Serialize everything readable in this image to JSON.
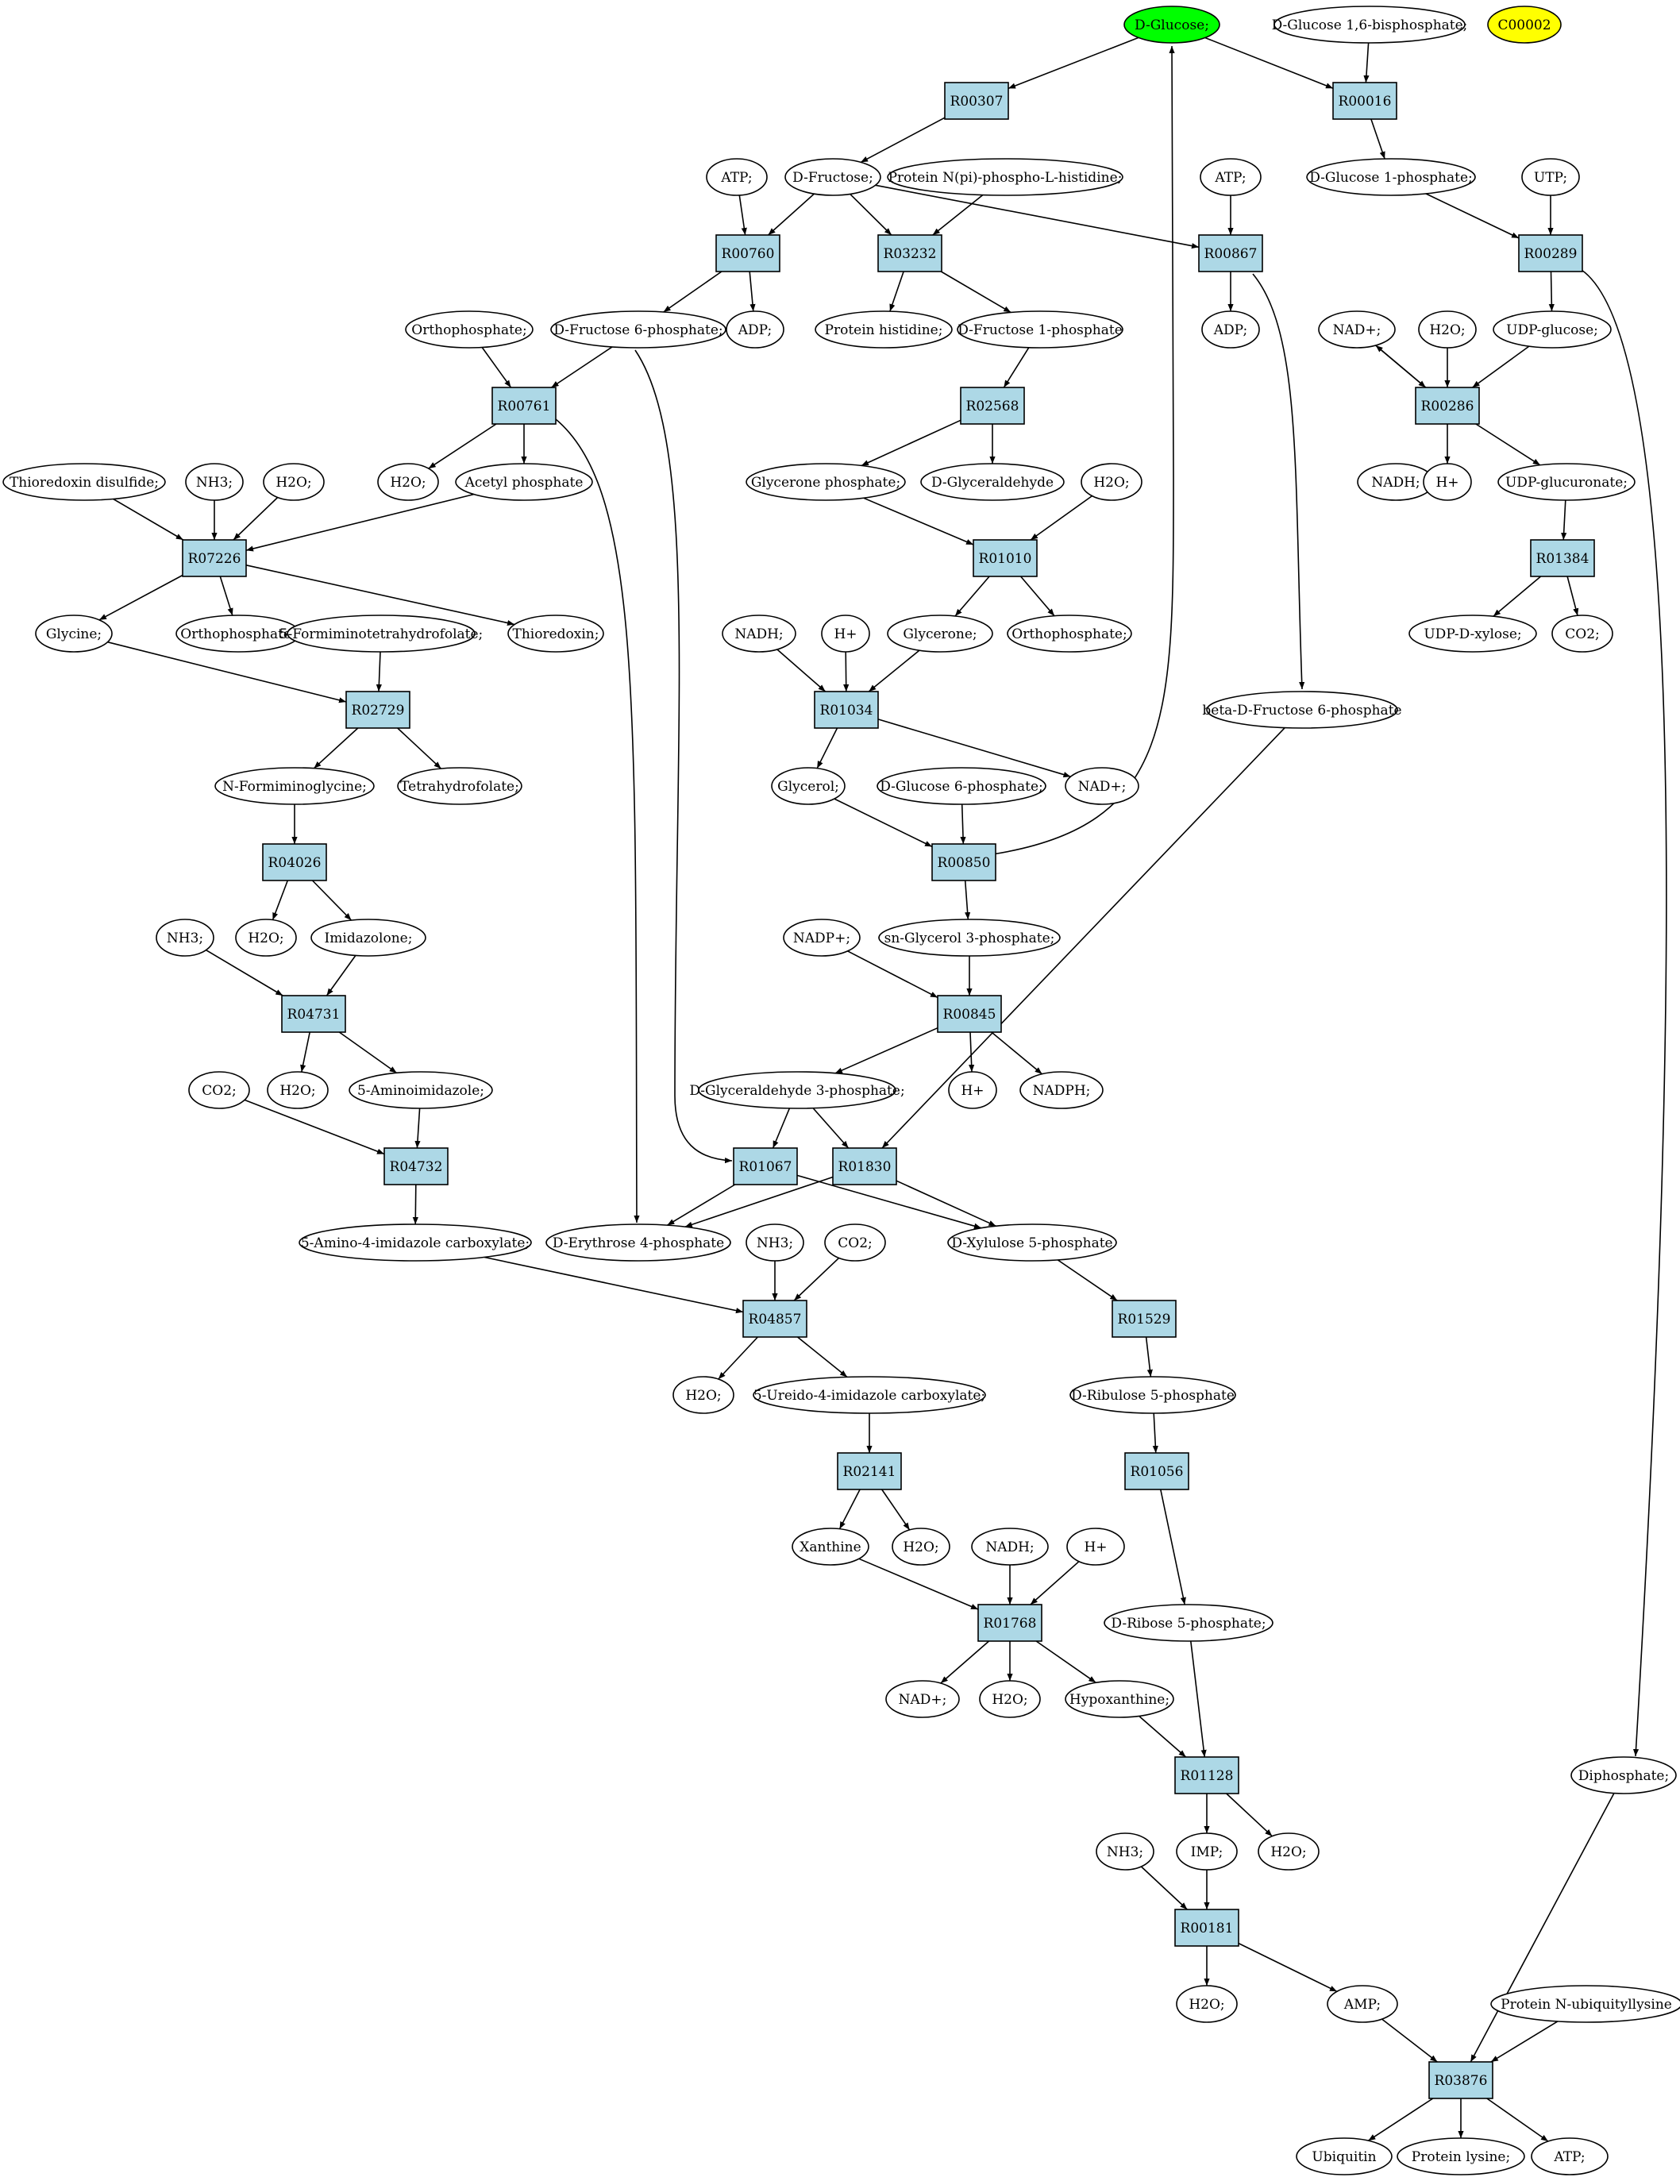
{
  "colors": {
    "reaction_fill": "#add8e6",
    "compound_fill": "#ffffff",
    "start_fill": "#00ff00",
    "target_fill": "#ffff00"
  },
  "compounds": [
    {
      "id": "c1",
      "label": "D-Glucose;",
      "style": "start"
    },
    {
      "id": "c2",
      "label": "D-Glucose 1,6-bisphosphate;"
    },
    {
      "id": "c3",
      "label": "C00002",
      "style": "target"
    },
    {
      "id": "c4",
      "label": "ATP;"
    },
    {
      "id": "c5",
      "label": "D-Fructose;"
    },
    {
      "id": "c6",
      "label": "Protein N(pi)-phospho-L-histidine;"
    },
    {
      "id": "c7",
      "label": "ATP;"
    },
    {
      "id": "c8",
      "label": "D-Glucose 1-phosphate;"
    },
    {
      "id": "c9",
      "label": "UTP;"
    },
    {
      "id": "c10",
      "label": "Orthophosphate;"
    },
    {
      "id": "c11",
      "label": "D-Fructose 6-phosphate;"
    },
    {
      "id": "c12",
      "label": "ADP;"
    },
    {
      "id": "c13",
      "label": "Protein histidine;"
    },
    {
      "id": "c14",
      "label": "D-Fructose 1-phosphate"
    },
    {
      "id": "c15",
      "label": "ADP;"
    },
    {
      "id": "c16",
      "label": "NAD+;"
    },
    {
      "id": "c17",
      "label": "H2O;"
    },
    {
      "id": "c18",
      "label": "UDP-glucose;"
    },
    {
      "id": "c19",
      "label": "Thioredoxin disulfide;"
    },
    {
      "id": "c20",
      "label": "NH3;"
    },
    {
      "id": "c21",
      "label": "H2O;"
    },
    {
      "id": "c22",
      "label": "H2O;"
    },
    {
      "id": "c23",
      "label": "Acetyl phosphate"
    },
    {
      "id": "c24",
      "label": "Glycerone phosphate;"
    },
    {
      "id": "c25",
      "label": "D-Glyceraldehyde"
    },
    {
      "id": "c26",
      "label": "H2O;"
    },
    {
      "id": "c27",
      "label": "NADH;"
    },
    {
      "id": "c28",
      "label": "H+"
    },
    {
      "id": "c29",
      "label": "UDP-glucuronate;"
    },
    {
      "id": "c30",
      "label": "Glycine;"
    },
    {
      "id": "c31",
      "label": "Orthophosphate;"
    },
    {
      "id": "c32",
      "label": "5-Formiminotetrahydrofolate;"
    },
    {
      "id": "c33",
      "label": "Thioredoxin;"
    },
    {
      "id": "c34",
      "label": "NADH;"
    },
    {
      "id": "c35",
      "label": "H+"
    },
    {
      "id": "c36",
      "label": "Glycerone;"
    },
    {
      "id": "c37",
      "label": "Orthophosphate;"
    },
    {
      "id": "c38",
      "label": "UDP-D-xylose;"
    },
    {
      "id": "c39",
      "label": "CO2;"
    },
    {
      "id": "c40",
      "label": "beta-D-Fructose 6-phosphate"
    },
    {
      "id": "c41",
      "label": "N-Formiminoglycine;"
    },
    {
      "id": "c42",
      "label": "Tetrahydrofolate;"
    },
    {
      "id": "c43",
      "label": "Glycerol;"
    },
    {
      "id": "c44",
      "label": "D-Glucose 6-phosphate;"
    },
    {
      "id": "c45",
      "label": "NAD+;"
    },
    {
      "id": "c46",
      "label": "NH3;"
    },
    {
      "id": "c47",
      "label": "H2O;"
    },
    {
      "id": "c48",
      "label": "Imidazolone;"
    },
    {
      "id": "c49",
      "label": "NADP+;"
    },
    {
      "id": "c50",
      "label": "sn-Glycerol 3-phosphate;"
    },
    {
      "id": "c51",
      "label": "CO2;"
    },
    {
      "id": "c52",
      "label": "H2O;"
    },
    {
      "id": "c53",
      "label": "5-Aminoimidazole;"
    },
    {
      "id": "c54",
      "label": "D-Glyceraldehyde 3-phosphate;"
    },
    {
      "id": "c55",
      "label": "H+"
    },
    {
      "id": "c56",
      "label": "NADPH;"
    },
    {
      "id": "c57",
      "label": "5-Amino-4-imidazole carboxylate;"
    },
    {
      "id": "c58",
      "label": "D-Erythrose 4-phosphate"
    },
    {
      "id": "c59",
      "label": "NH3;"
    },
    {
      "id": "c60",
      "label": "CO2;"
    },
    {
      "id": "c61",
      "label": "D-Xylulose 5-phosphate"
    },
    {
      "id": "c62",
      "label": "H2O;"
    },
    {
      "id": "c63",
      "label": "5-Ureido-4-imidazole carboxylate;"
    },
    {
      "id": "c64",
      "label": "D-Ribulose 5-phosphate"
    },
    {
      "id": "c65",
      "label": "Xanthine"
    },
    {
      "id": "c66",
      "label": "H2O;"
    },
    {
      "id": "c67",
      "label": "NADH;"
    },
    {
      "id": "c68",
      "label": "H+"
    },
    {
      "id": "c69",
      "label": "D-Ribose 5-phosphate;"
    },
    {
      "id": "c70",
      "label": "NAD+;"
    },
    {
      "id": "c71",
      "label": "H2O;"
    },
    {
      "id": "c72",
      "label": "Hypoxanthine;"
    },
    {
      "id": "c73",
      "label": "Diphosphate;"
    },
    {
      "id": "c74",
      "label": "NH3;"
    },
    {
      "id": "c75",
      "label": "IMP;"
    },
    {
      "id": "c76",
      "label": "H2O;"
    },
    {
      "id": "c77",
      "label": "H2O;"
    },
    {
      "id": "c78",
      "label": "AMP;"
    },
    {
      "id": "c79",
      "label": "Protein N-ubiquityllysine"
    },
    {
      "id": "c80",
      "label": "Ubiquitin"
    },
    {
      "id": "c81",
      "label": "Protein lysine;"
    },
    {
      "id": "c82",
      "label": "ATP;"
    }
  ],
  "reactions": [
    {
      "id": "r1",
      "label": "R00307"
    },
    {
      "id": "r2",
      "label": "R00016"
    },
    {
      "id": "r3",
      "label": "R00760"
    },
    {
      "id": "r4",
      "label": "R03232"
    },
    {
      "id": "r5",
      "label": "R00867"
    },
    {
      "id": "r6",
      "label": "R00289"
    },
    {
      "id": "r7",
      "label": "R00761"
    },
    {
      "id": "r8",
      "label": "R02568"
    },
    {
      "id": "r9",
      "label": "R00286"
    },
    {
      "id": "r10",
      "label": "R07226"
    },
    {
      "id": "r11",
      "label": "R01010"
    },
    {
      "id": "r12",
      "label": "R01384"
    },
    {
      "id": "r13",
      "label": "R02729"
    },
    {
      "id": "r14",
      "label": "R01034"
    },
    {
      "id": "r15",
      "label": "R04026"
    },
    {
      "id": "r16",
      "label": "R00850"
    },
    {
      "id": "r17",
      "label": "R04731"
    },
    {
      "id": "r18",
      "label": "R00845"
    },
    {
      "id": "r19",
      "label": "R04732"
    },
    {
      "id": "r20",
      "label": "R01067"
    },
    {
      "id": "r21",
      "label": "R01830"
    },
    {
      "id": "r22",
      "label": "R04857"
    },
    {
      "id": "r23",
      "label": "R01529"
    },
    {
      "id": "r24",
      "label": "R02141"
    },
    {
      "id": "r25",
      "label": "R01056"
    },
    {
      "id": "r26",
      "label": "R01768"
    },
    {
      "id": "r27",
      "label": "R01128"
    },
    {
      "id": "r28",
      "label": "R00181"
    },
    {
      "id": "r29",
      "label": "R03876"
    }
  ],
  "edges": [
    [
      "c1",
      "r1"
    ],
    [
      "c1",
      "r2"
    ],
    [
      "c2",
      "r2"
    ],
    [
      "r1",
      "c5"
    ],
    [
      "r2",
      "c8"
    ],
    [
      "c4",
      "r3"
    ],
    [
      "c5",
      "r3"
    ],
    [
      "c5",
      "r4"
    ],
    [
      "c6",
      "r4"
    ],
    [
      "c5",
      "r5"
    ],
    [
      "c7",
      "r5"
    ],
    [
      "c8",
      "r6"
    ],
    [
      "c9",
      "r6"
    ],
    [
      "r3",
      "c11"
    ],
    [
      "r3",
      "c12"
    ],
    [
      "r4",
      "c13"
    ],
    [
      "r4",
      "c14"
    ],
    [
      "r5",
      "c15"
    ],
    [
      "r5",
      "c40"
    ],
    [
      "r6",
      "c18"
    ],
    [
      "r6",
      "c73"
    ],
    [
      "c10",
      "r7"
    ],
    [
      "c11",
      "r7"
    ],
    [
      "c11",
      "r21"
    ],
    [
      "c14",
      "r8"
    ],
    [
      "c16",
      "r9"
    ],
    [
      "c17",
      "r9"
    ],
    [
      "c18",
      "r9"
    ],
    [
      "r7",
      "c22"
    ],
    [
      "r7",
      "c23"
    ],
    [
      "r7",
      "c58"
    ],
    [
      "r8",
      "c24"
    ],
    [
      "r8",
      "c25"
    ],
    [
      "r9",
      "c16"
    ],
    [
      "r9",
      "c28"
    ],
    [
      "r9",
      "c29"
    ],
    [
      "c19",
      "r10"
    ],
    [
      "c20",
      "r10"
    ],
    [
      "c21",
      "r10"
    ],
    [
      "c23",
      "r10"
    ],
    [
      "c24",
      "r11"
    ],
    [
      "c26",
      "r11"
    ],
    [
      "c29",
      "r12"
    ],
    [
      "r10",
      "c30"
    ],
    [
      "r10",
      "c31"
    ],
    [
      "r10",
      "c33"
    ],
    [
      "r11",
      "c36"
    ],
    [
      "r11",
      "c37"
    ],
    [
      "r12",
      "c38"
    ],
    [
      "r12",
      "c39"
    ],
    [
      "c30",
      "r13"
    ],
    [
      "c32",
      "r13"
    ],
    [
      "c34",
      "r14"
    ],
    [
      "c35",
      "r14"
    ],
    [
      "c36",
      "r14"
    ],
    [
      "r13",
      "c41"
    ],
    [
      "r13",
      "c42"
    ],
    [
      "r14",
      "c43"
    ],
    [
      "r14",
      "c45"
    ],
    [
      "c41",
      "r15"
    ],
    [
      "c43",
      "r16"
    ],
    [
      "c44",
      "r16"
    ],
    [
      "r16",
      "c1"
    ],
    [
      "r16",
      "c50"
    ],
    [
      "r15",
      "c47"
    ],
    [
      "r15",
      "c48"
    ],
    [
      "c46",
      "r17"
    ],
    [
      "c48",
      "r17"
    ],
    [
      "c49",
      "r18"
    ],
    [
      "c50",
      "r18"
    ],
    [
      "r17",
      "c52"
    ],
    [
      "r17",
      "c53"
    ],
    [
      "r18",
      "c54"
    ],
    [
      "r18",
      "c55"
    ],
    [
      "r18",
      "c56"
    ],
    [
      "c51",
      "r19"
    ],
    [
      "c53",
      "r19"
    ],
    [
      "c54",
      "r20"
    ],
    [
      "c54",
      "r21"
    ],
    [
      "c40",
      "r21"
    ],
    [
      "r19",
      "c57"
    ],
    [
      "r20",
      "c58"
    ],
    [
      "r20",
      "c61"
    ],
    [
      "r21",
      "c58"
    ],
    [
      "r21",
      "c61"
    ],
    [
      "c57",
      "r22"
    ],
    [
      "c59",
      "r22"
    ],
    [
      "c60",
      "r22"
    ],
    [
      "c61",
      "r23"
    ],
    [
      "r22",
      "c62"
    ],
    [
      "r22",
      "c63"
    ],
    [
      "r23",
      "c64"
    ],
    [
      "c63",
      "r24"
    ],
    [
      "c64",
      "r25"
    ],
    [
      "r24",
      "c65"
    ],
    [
      "r24",
      "c66"
    ],
    [
      "c65",
      "r26"
    ],
    [
      "c67",
      "r26"
    ],
    [
      "c68",
      "r26"
    ],
    [
      "r25",
      "c69"
    ],
    [
      "r26",
      "c70"
    ],
    [
      "r26",
      "c71"
    ],
    [
      "r26",
      "c72"
    ],
    [
      "c69",
      "r27"
    ],
    [
      "c72",
      "r27"
    ],
    [
      "r27",
      "c75"
    ],
    [
      "r27",
      "c76"
    ],
    [
      "c74",
      "r28"
    ],
    [
      "c75",
      "r28"
    ],
    [
      "r28",
      "c77"
    ],
    [
      "r28",
      "c78"
    ],
    [
      "c73",
      "r29"
    ],
    [
      "c78",
      "r29"
    ],
    [
      "c79",
      "r29"
    ],
    [
      "r29",
      "c80"
    ],
    [
      "r29",
      "c81"
    ],
    [
      "r29",
      "c82"
    ]
  ]
}
